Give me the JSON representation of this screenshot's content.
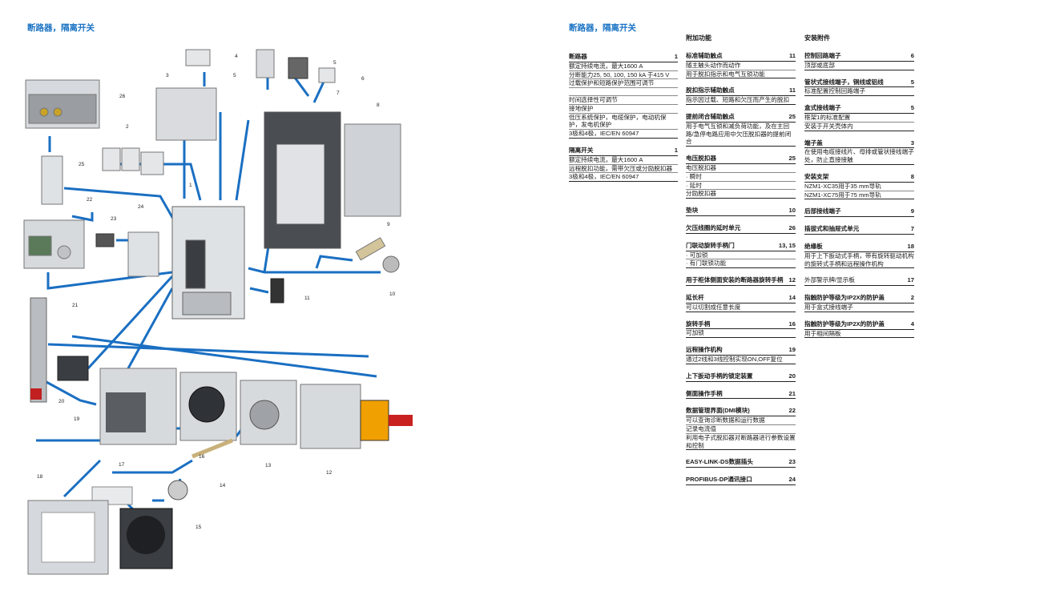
{
  "left_page": {
    "heading": "断路器，隔离开关",
    "callouts": [
      "1",
      "2",
      "3",
      "4",
      "5",
      "5",
      "6",
      "7",
      "8",
      "9",
      "10",
      "11",
      "12",
      "13",
      "14",
      "15",
      "16",
      "17",
      "18",
      "19",
      "20",
      "21",
      "22",
      "23",
      "24",
      "25",
      "26"
    ]
  },
  "right_page": {
    "heading": "断路器，隔离开关",
    "col1": {
      "entries": [
        {
          "title": "断路器",
          "num": "1",
          "lines": [
            "额定持续电流，最大1600 A",
            "分断能力25, 50, 100, 150 kA 于415 V",
            "过载保护和短路保护范围可调节",
            "",
            "时间选择性可调节",
            "接地保护",
            "低压系统保护，电缆保护，电动机保护，发电机保护",
            "3极和4极，IEC/EN 60947"
          ]
        },
        {
          "title": "隔离开关",
          "num": "1",
          "lines": [
            "额定持续电流，最大1600 A",
            "远程脱扣功能，需带欠压或分励脱扣器",
            "3极和4极，IEC/EN 60947"
          ]
        }
      ]
    },
    "col2": {
      "head": "附加功能",
      "entries": [
        {
          "title": "标准辅助触点",
          "num": "11",
          "lines": [
            "随主触头动作而动作",
            "用于脱扣指示和电气互锁功能"
          ]
        },
        {
          "title": "脱扣指示辅助触点",
          "num": "11",
          "lines": [
            "指示因过载、短路和欠压而产生的脱扣"
          ]
        },
        {
          "title": "提前闭合辅助触点",
          "num": "25",
          "lines": [
            "用于电气互锁和减负荷功能，及在主回路/急停电路应用中欠压脱扣器的提前闭合"
          ]
        },
        {
          "title": "电压脱扣器",
          "num": "25",
          "lines": [
            "电压脱扣器",
            "· 瞬时",
            "· 延时",
            "分励脱扣器"
          ]
        },
        {
          "title": "垫块",
          "num": "10",
          "lines": []
        },
        {
          "title": "欠压线圈的延时单元",
          "num": "26",
          "lines": []
        },
        {
          "title": "门联动旋转手柄门",
          "num": "13, 15",
          "lines": [
            "· 可加锁",
            "· 有门联锁功能"
          ]
        },
        {
          "title": "用于柜体侧面安装的断路器旋转手柄",
          "num": "12",
          "lines": []
        },
        {
          "title": "延长杆",
          "num": "14",
          "lines": [
            "可以切割成任意长度"
          ]
        },
        {
          "title": "旋转手柄",
          "num": "16",
          "lines": [
            "可加锁"
          ]
        },
        {
          "title": "远程操作机构",
          "num": "19",
          "lines": [
            "通过2线和3线控制实现ON,OFF复位"
          ]
        },
        {
          "title": "上下扳动手柄的锁定装置",
          "num": "20",
          "lines": []
        },
        {
          "title": "侧面操作手柄",
          "num": "21",
          "lines": []
        },
        {
          "title": "数据管理界面(DMI模块)",
          "num": "22",
          "lines": [
            "可以查询诊断数据和运行数据",
            "记录电流值",
            "利用电子式脱扣器对断路器进行参数设置和控制"
          ]
        },
        {
          "title": "EASY-LINK-DS数据插头",
          "num": "23",
          "lines": []
        },
        {
          "title": "PROFIBUS-DP通讯接口",
          "num": "24",
          "lines": []
        }
      ]
    },
    "col3": {
      "head": "安装附件",
      "entries": [
        {
          "title": "控制回路端子",
          "num": "6",
          "lines": [
            "顶部或底部"
          ]
        },
        {
          "title": "管状式接线端子，铜线或铝线",
          "num": "5",
          "lines": [
            "标准配置控制回路端子"
          ]
        },
        {
          "title": "盒式接线端子",
          "num": "5",
          "lines": [
            "框架1的标准配置",
            "安装于开关壳体内"
          ]
        },
        {
          "title": "端子盖",
          "num": "3",
          "lines": [
            "在使用电缆接线片、母排或管状接线端子处，防止直接接触"
          ]
        },
        {
          "title": "安装支架",
          "num": "8",
          "lines": [
            "NZM1-XC35用于35 mm导轨",
            "NZM1-XC75用于75 mm导轨"
          ]
        },
        {
          "title": "后部接线端子",
          "num": "9",
          "lines": []
        },
        {
          "title": "插拔式和抽屉式单元",
          "num": "7",
          "lines": []
        },
        {
          "title": "绝缘板",
          "num": "18",
          "lines": [
            "用于上下扳动式手柄，带有旋转驱动机构的旋转式手柄和远程操作机构"
          ]
        },
        {
          "title": "外部警示牌/显示板",
          "num": "17",
          "plain": true,
          "lines": []
        },
        {
          "title": "指触防护等级为IP2X的防护盖",
          "num": "2",
          "lines": [
            "用于盒式接线端子"
          ]
        },
        {
          "title": "指触防护等级为IP2X的防护盖",
          "num": "4",
          "lines": [
            "用于相间隔板"
          ]
        }
      ]
    }
  }
}
